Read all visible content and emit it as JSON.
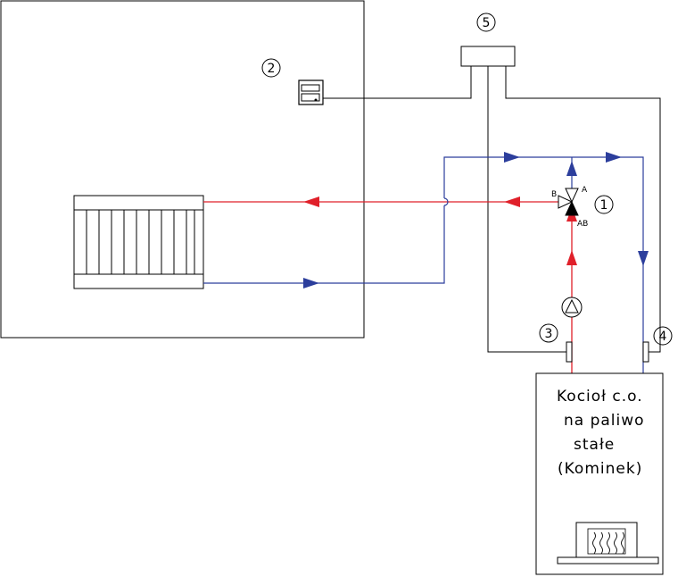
{
  "markers": {
    "m1": "1",
    "m2": "2",
    "m3": "3",
    "m4": "4",
    "m5": "5"
  },
  "valve_ports": {
    "a": "A",
    "b": "B",
    "ab": "AB"
  },
  "boiler": {
    "line1": "Kocioł c.o.",
    "line2": "na paliwo",
    "line3": "stałe",
    "line4": "(Kominek)"
  },
  "colors": {
    "supply": "#e0202a",
    "return": "#2c3e9c",
    "outline": "#000000"
  }
}
